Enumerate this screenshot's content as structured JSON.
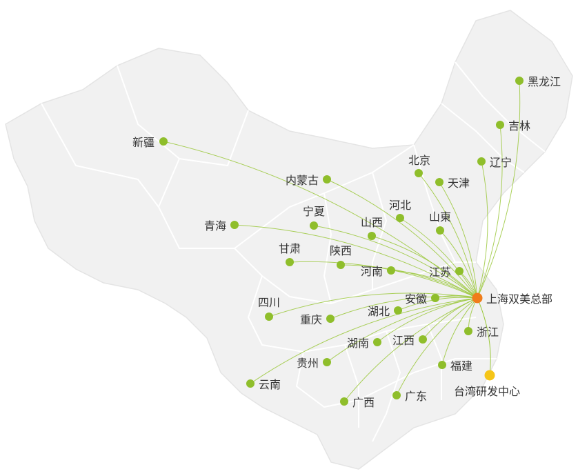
{
  "hub": {
    "name": "上海双美总部",
    "color": "#f07d1a"
  },
  "secondary": {
    "name": "台湾研发中心",
    "color": "#f5c518"
  },
  "line_color": "#9bc83c",
  "dot_color": "#8fbe2b",
  "region_fill": "#f1f1f1",
  "region_stroke": "#ffffff",
  "regions": [
    {
      "name": "黑龙江"
    },
    {
      "name": "吉林"
    },
    {
      "name": "辽宁"
    },
    {
      "name": "北京"
    },
    {
      "name": "天津"
    },
    {
      "name": "新疆"
    },
    {
      "name": "内蒙古"
    },
    {
      "name": "河北"
    },
    {
      "name": "宁夏"
    },
    {
      "name": "山西"
    },
    {
      "name": "山東"
    },
    {
      "name": "青海"
    },
    {
      "name": "甘肃"
    },
    {
      "name": "陕西"
    },
    {
      "name": "河南"
    },
    {
      "name": "江苏"
    },
    {
      "name": "四川"
    },
    {
      "name": "安徽"
    },
    {
      "name": "湖北"
    },
    {
      "name": "重庆"
    },
    {
      "name": "浙江"
    },
    {
      "name": "湖南"
    },
    {
      "name": "江西"
    },
    {
      "name": "贵州"
    },
    {
      "name": "福建"
    },
    {
      "name": "云南"
    },
    {
      "name": "广西"
    },
    {
      "name": "广东"
    }
  ]
}
